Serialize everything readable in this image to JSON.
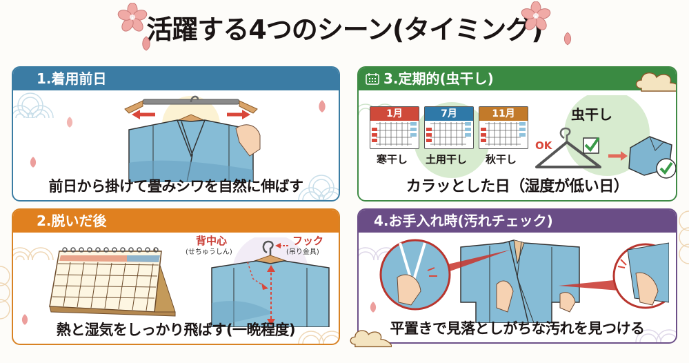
{
  "title": "活躍する4つのシーン(タイミング)",
  "colors": {
    "scene1": "#3b7ca4",
    "scene2": "#e0801f",
    "scene3": "#3a8a42",
    "scene4": "#6a4d86",
    "accent_red": "#d9473a",
    "kimono_blue": "#7fb5d0",
    "sakura_pink": "#ec9e9c"
  },
  "scenes": [
    {
      "number": "1",
      "header": "1.着用前日",
      "caption": "前日から掛けて畳みシワを自然に伸ばす",
      "illustration": "kimono-on-extendable-hanger-with-hand"
    },
    {
      "number": "2",
      "header": "2.脱いだ後",
      "caption": "熱と湿気をしっかり飛ばす(一晩程度)",
      "illustration": "desk-calendar-and-hanging-kimono",
      "labels": {
        "back_center": "背中心",
        "back_center_reading": "(せちゅうしん)",
        "hook": "フック",
        "hook_desc": "(吊り金具)"
      }
    },
    {
      "number": "3",
      "header": "3.定期的(虫干し)",
      "icon": "calendar-icon",
      "caption": "カラッとした日（湿度が低い日）",
      "calendars": [
        {
          "month": "1月",
          "color": "#cf4a3a",
          "label": "寒干し"
        },
        {
          "month": "7月",
          "color": "#2f79a8",
          "label": "土用干し"
        },
        {
          "month": "11月",
          "color": "#c27a2a",
          "label": "秋干し"
        }
      ],
      "mushiboshi": {
        "title": "虫干し",
        "ok": "OK"
      }
    },
    {
      "number": "4",
      "header": "4.お手入れ時(汚れチェック)",
      "caption": "平置きで見落としがちな汚れを見つける",
      "illustration": "flat-kimono-with-magnified-collar-and-sleeve"
    }
  ]
}
